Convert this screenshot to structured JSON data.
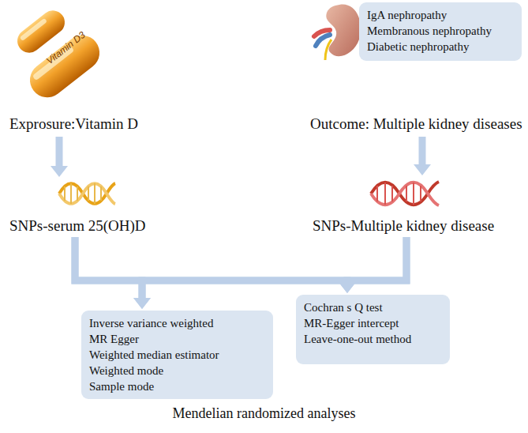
{
  "diagram": {
    "caption": "Mendelian randomized analyses",
    "nodes": [
      {
        "text": [
          "IgA nephropathy",
          "Membranous nephropathy",
          "Diabetic nephropathy"
        ]
      },
      {
        "text": [
          "Exprosure:Vitamin D"
        ]
      },
      {
        "text": [
          "Outcome: Multiple kidney diseases"
        ]
      },
      {
        "text": [
          "SNPs-serum 25(OH)D"
        ]
      },
      {
        "text": [
          "SNPs-Multiple kidney disease"
        ]
      },
      {
        "text": [
          "Inverse variance weighted",
          "MR Egger",
          "Weighted median estimator",
          "Weighted mode",
          "Sample mode"
        ]
      },
      {
        "text": [
          "Cochran s Q test",
          "MR-Egger intercept",
          "Leave-one-out method"
        ]
      }
    ],
    "edges": [
      {
        "from": 1,
        "to": 3,
        "arrow": "to"
      },
      {
        "from": 2,
        "to": 4,
        "arrow": "to"
      },
      {
        "from": 3,
        "to": 5,
        "arrow": "to"
      },
      {
        "from": 3,
        "to": 6,
        "arrow": "to"
      },
      {
        "from": 4,
        "to": 5,
        "arrow": "to"
      },
      {
        "from": 4,
        "to": 6,
        "arrow": "to"
      }
    ],
    "labels": [
      "Vitamin D3"
    ]
  }
}
